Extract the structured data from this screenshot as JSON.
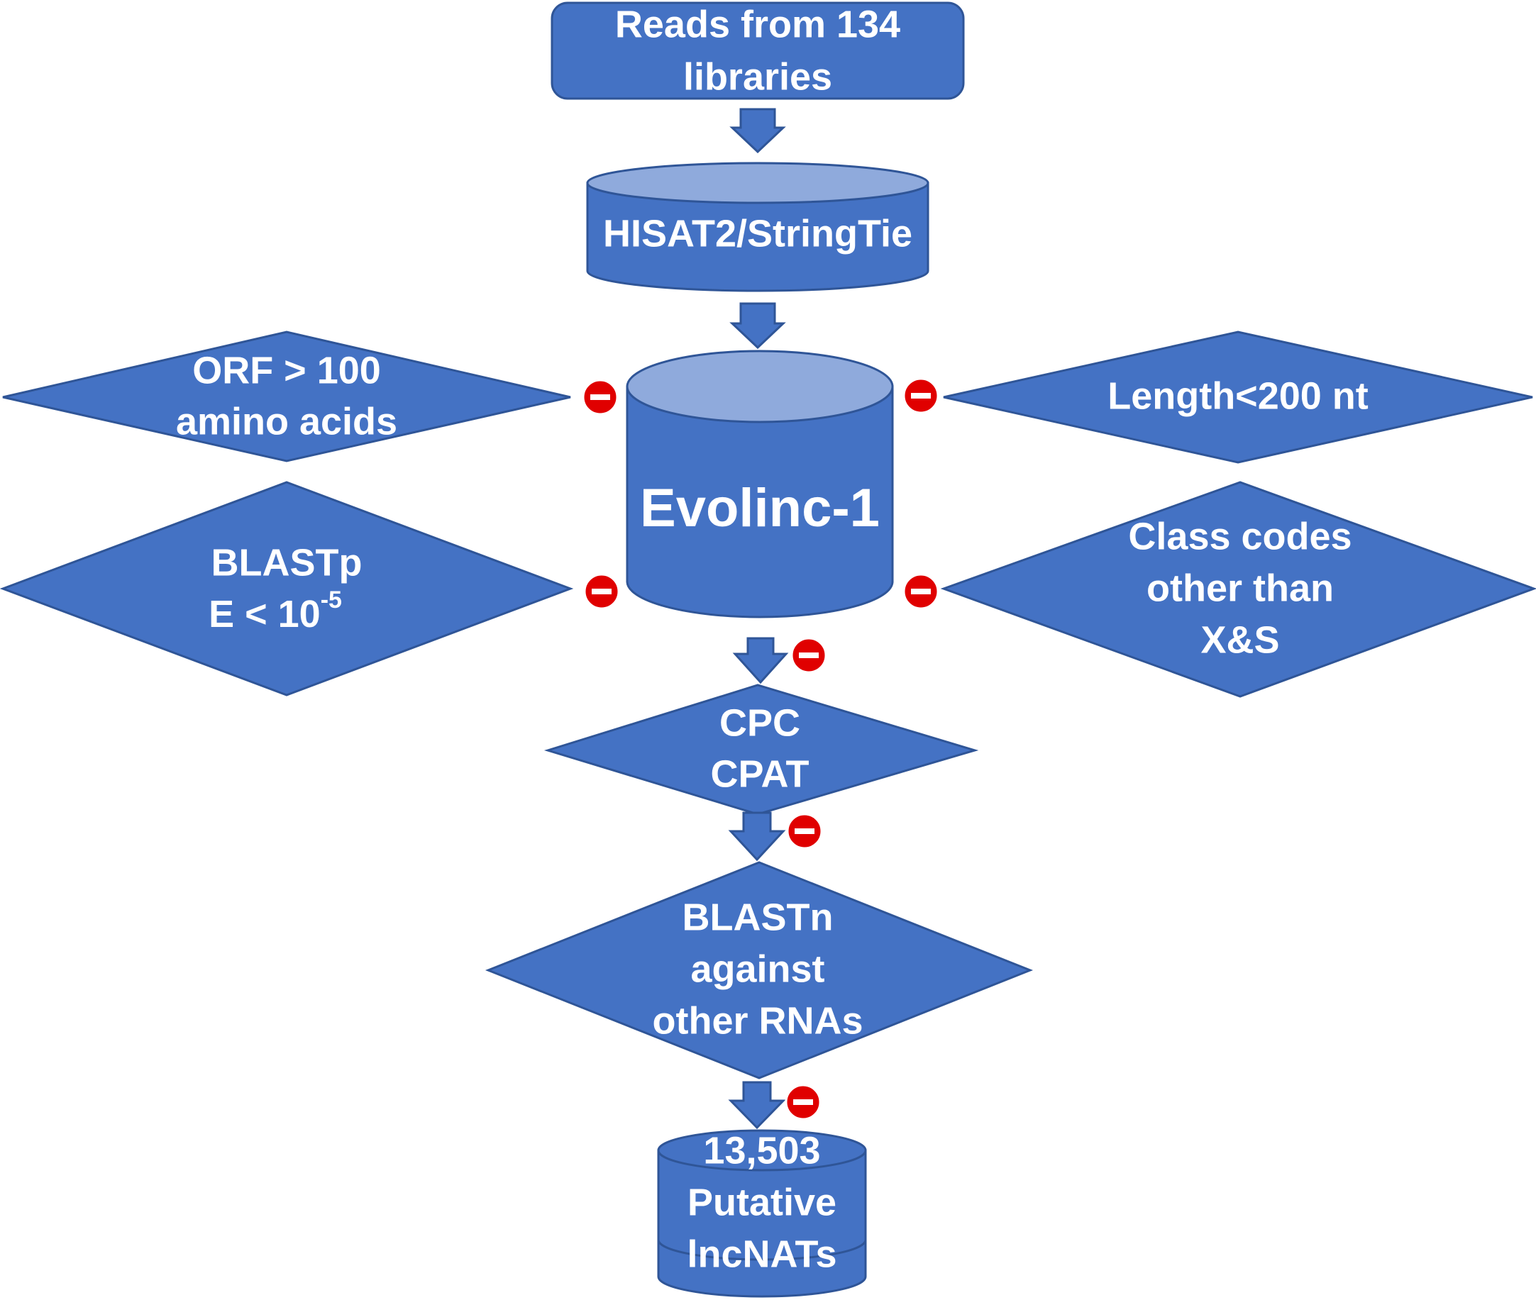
{
  "colors": {
    "shape_fill": "#4472C4",
    "shape_stroke": "#2F5597",
    "cylinder_top": "#8FAADC",
    "text": "#FFFFFF",
    "minus_badge": "#E00000"
  },
  "nodes": {
    "reads": {
      "line1": "Reads from 134",
      "line2": "libraries"
    },
    "hisat": {
      "label": "HISAT2/StringTie"
    },
    "evolinc": {
      "label": "Evolinc-1"
    },
    "orf_filter": {
      "line1": "ORF > 100",
      "line2": "amino acids"
    },
    "length_filter": {
      "label": "Length<200 nt"
    },
    "blastp_filter": {
      "line1": "BLASTp",
      "line2_base": "E < 10",
      "line2_exp": "-5"
    },
    "classcode_filter": {
      "line1": "Class codes",
      "line2": "other than",
      "line3": "X&S"
    },
    "cpc_filter": {
      "line1": "CPC",
      "line2": "CPAT"
    },
    "blastn_filter": {
      "line1": "BLASTn",
      "line2": "against",
      "line3": "other RNAs"
    },
    "result": {
      "line1": "13,503",
      "line2": "Putative",
      "line3": "lncNATs"
    }
  },
  "icons": {
    "arrow": "down-arrow-icon",
    "exclusion": "minus-circle-icon"
  }
}
